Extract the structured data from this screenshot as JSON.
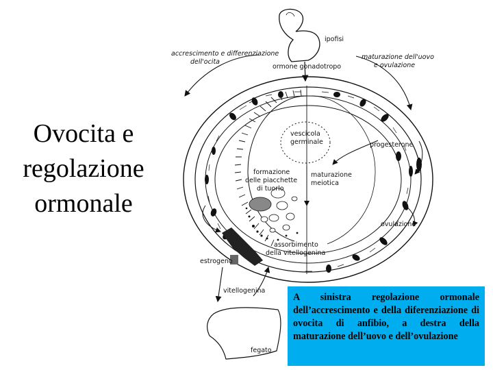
{
  "title": {
    "line1": "Ovocita e",
    "line2": "regolazione",
    "line3": "ormonale"
  },
  "labels": {
    "ipofisi": "ipofisi",
    "left_top_1": "accrescimento e differenziazione",
    "left_top_2": "dell'ocita",
    "ormone": "ormone gonadotropo",
    "right_top_1": "maturazione dell'uovo",
    "right_top_2": "e ovulazione",
    "vescicola_1": "vescicola",
    "vescicola_2": "germinale",
    "progesterone": "progesterone",
    "formazione_1": "formazione",
    "formazione_2": "delle piacchette",
    "formazione_3": "di tuorlo",
    "maturazione_m_1": "maturazione",
    "maturazione_m_2": "meiotica",
    "ovulazione": "ovulazione",
    "assorbimento_1": "assorbimento",
    "assorbimento_2": "della vitellogenina",
    "estrogeno": "estrogeno",
    "vitellogenina": "vitellogenina",
    "fegato": "fegato"
  },
  "caption": "A sinistra regolazione ormonale dell’accrescimento e della diferenziazione di ovocita di anfibio, a destra della maturazione dell’uovo e dell’ovulazione",
  "colors": {
    "caption_bg": "#00aeef",
    "ink": "#111111"
  }
}
